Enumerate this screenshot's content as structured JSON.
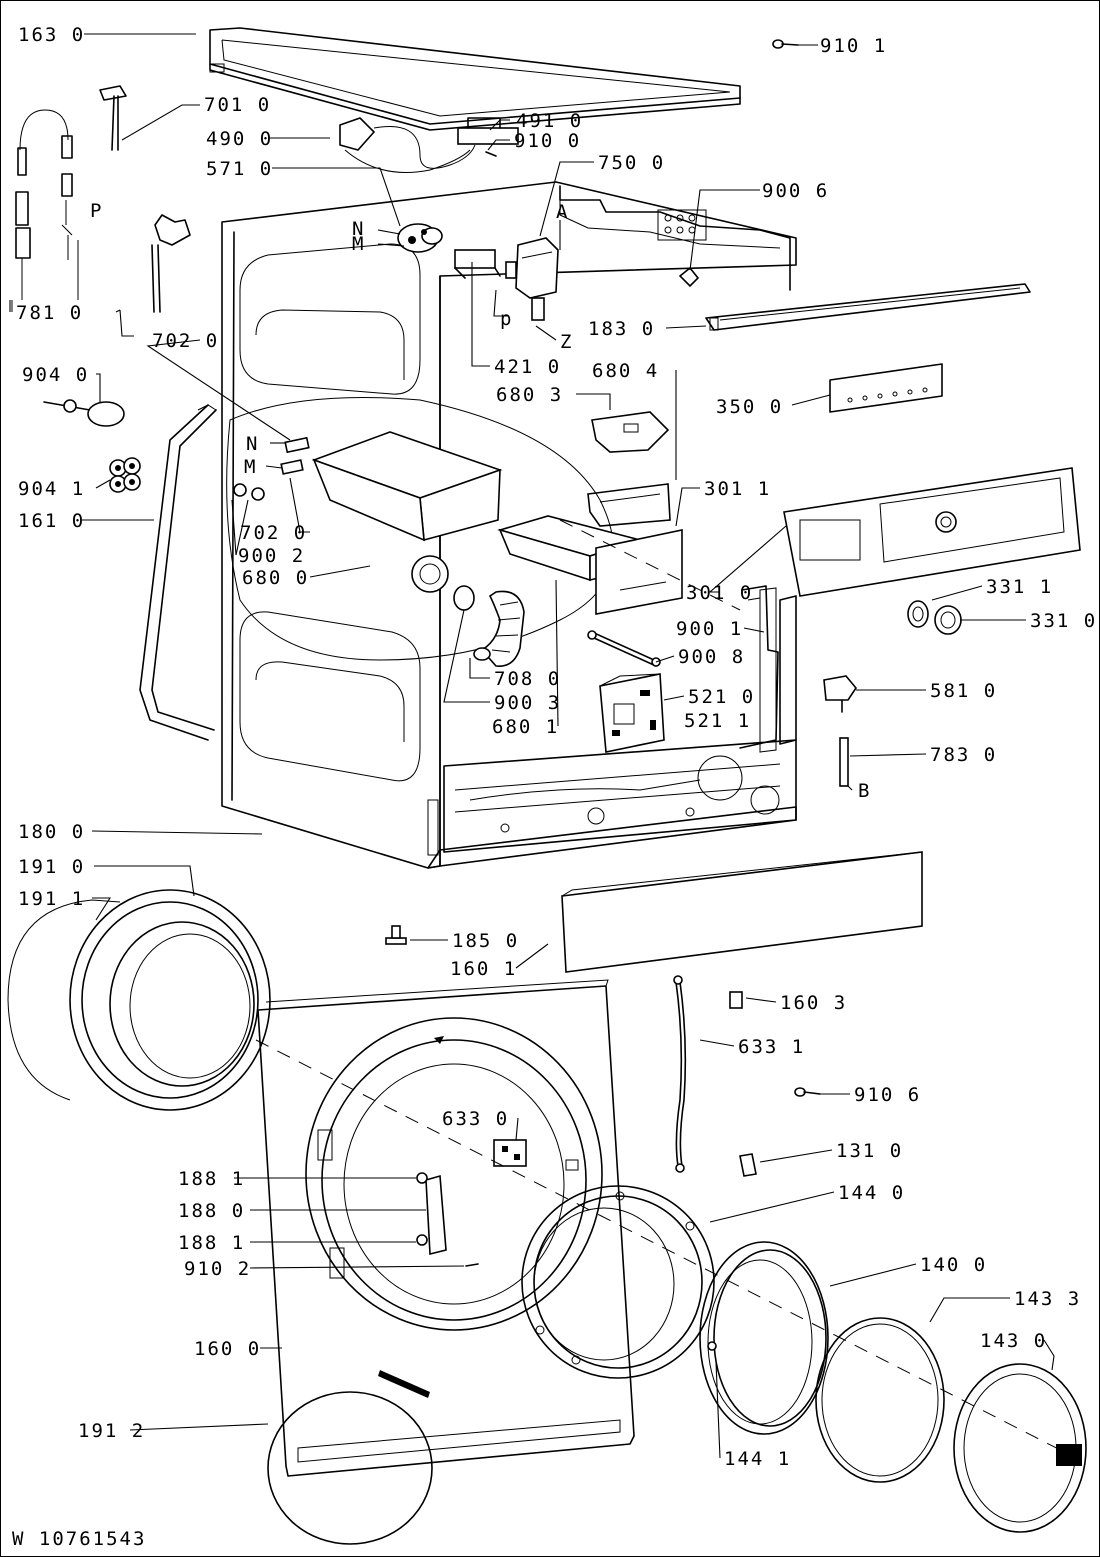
{
  "document_code": "W 10761543",
  "labels": [
    {
      "id": "l1630",
      "text": "163 0"
    },
    {
      "id": "l9101",
      "text": "910 1"
    },
    {
      "id": "l7010",
      "text": "701 0"
    },
    {
      "id": "l4900",
      "text": "490 0"
    },
    {
      "id": "l4910",
      "text": "491 0"
    },
    {
      "id": "l9100",
      "text": "910 0"
    },
    {
      "id": "l7500",
      "text": "750 0"
    },
    {
      "id": "l5710",
      "text": "571 0"
    },
    {
      "id": "l9006",
      "text": "900 6"
    },
    {
      "id": "lP1",
      "text": "P"
    },
    {
      "id": "lA",
      "text": "A"
    },
    {
      "id": "lN1",
      "text": "N"
    },
    {
      "id": "lM1",
      "text": "M"
    },
    {
      "id": "l7810",
      "text": "781 0"
    },
    {
      "id": "lp2",
      "text": "p"
    },
    {
      "id": "lZ",
      "text": "Z"
    },
    {
      "id": "l1830",
      "text": "183 0"
    },
    {
      "id": "l7020a",
      "text": "702 0"
    },
    {
      "id": "l4210",
      "text": "421 0"
    },
    {
      "id": "l6804",
      "text": "680 4"
    },
    {
      "id": "l9040",
      "text": "904 0"
    },
    {
      "id": "l6803",
      "text": "680 3"
    },
    {
      "id": "l3500",
      "text": "350 0"
    },
    {
      "id": "lN2",
      "text": "N"
    },
    {
      "id": "lM2",
      "text": "M"
    },
    {
      "id": "l9041",
      "text": "904 1"
    },
    {
      "id": "l3011",
      "text": "301 1"
    },
    {
      "id": "l1610",
      "text": "161 0"
    },
    {
      "id": "l7020b",
      "text": "702 0"
    },
    {
      "id": "l9002",
      "text": "900 2"
    },
    {
      "id": "l6800",
      "text": "680 0"
    },
    {
      "id": "l3010",
      "text": "301 0"
    },
    {
      "id": "l3311",
      "text": "331 1"
    },
    {
      "id": "l3310",
      "text": "331 0"
    },
    {
      "id": "l9001",
      "text": "900 1"
    },
    {
      "id": "l9008",
      "text": "900 8"
    },
    {
      "id": "l7080",
      "text": "708 0"
    },
    {
      "id": "l5810",
      "text": "581 0"
    },
    {
      "id": "l5210",
      "text": "521 0"
    },
    {
      "id": "l9003",
      "text": "900 3"
    },
    {
      "id": "l5211",
      "text": "521 1"
    },
    {
      "id": "l6801",
      "text": "680 1"
    },
    {
      "id": "l7830",
      "text": "783 0"
    },
    {
      "id": "lB",
      "text": "B"
    },
    {
      "id": "l1800",
      "text": "180 0"
    },
    {
      "id": "l1910",
      "text": "191 0"
    },
    {
      "id": "l1911",
      "text": "191 1"
    },
    {
      "id": "l1850",
      "text": "185 0"
    },
    {
      "id": "l1601",
      "text": "160 1"
    },
    {
      "id": "l1603",
      "text": "160 3"
    },
    {
      "id": "l6331",
      "text": "633 1"
    },
    {
      "id": "l9106",
      "text": "910 6"
    },
    {
      "id": "l6330",
      "text": "633 0"
    },
    {
      "id": "l1310",
      "text": "131 0"
    },
    {
      "id": "l1881a",
      "text": "188 1"
    },
    {
      "id": "l1440",
      "text": "144 0"
    },
    {
      "id": "l1880",
      "text": "188 0"
    },
    {
      "id": "l1881b",
      "text": "188 1"
    },
    {
      "id": "l9102",
      "text": "910 2"
    },
    {
      "id": "l1400",
      "text": "140 0"
    },
    {
      "id": "l1433",
      "text": "143 3"
    },
    {
      "id": "l1600",
      "text": "160 0"
    },
    {
      "id": "l1430",
      "text": "143 0"
    },
    {
      "id": "l1912",
      "text": "191 2"
    },
    {
      "id": "l1441",
      "text": "144 1"
    }
  ]
}
